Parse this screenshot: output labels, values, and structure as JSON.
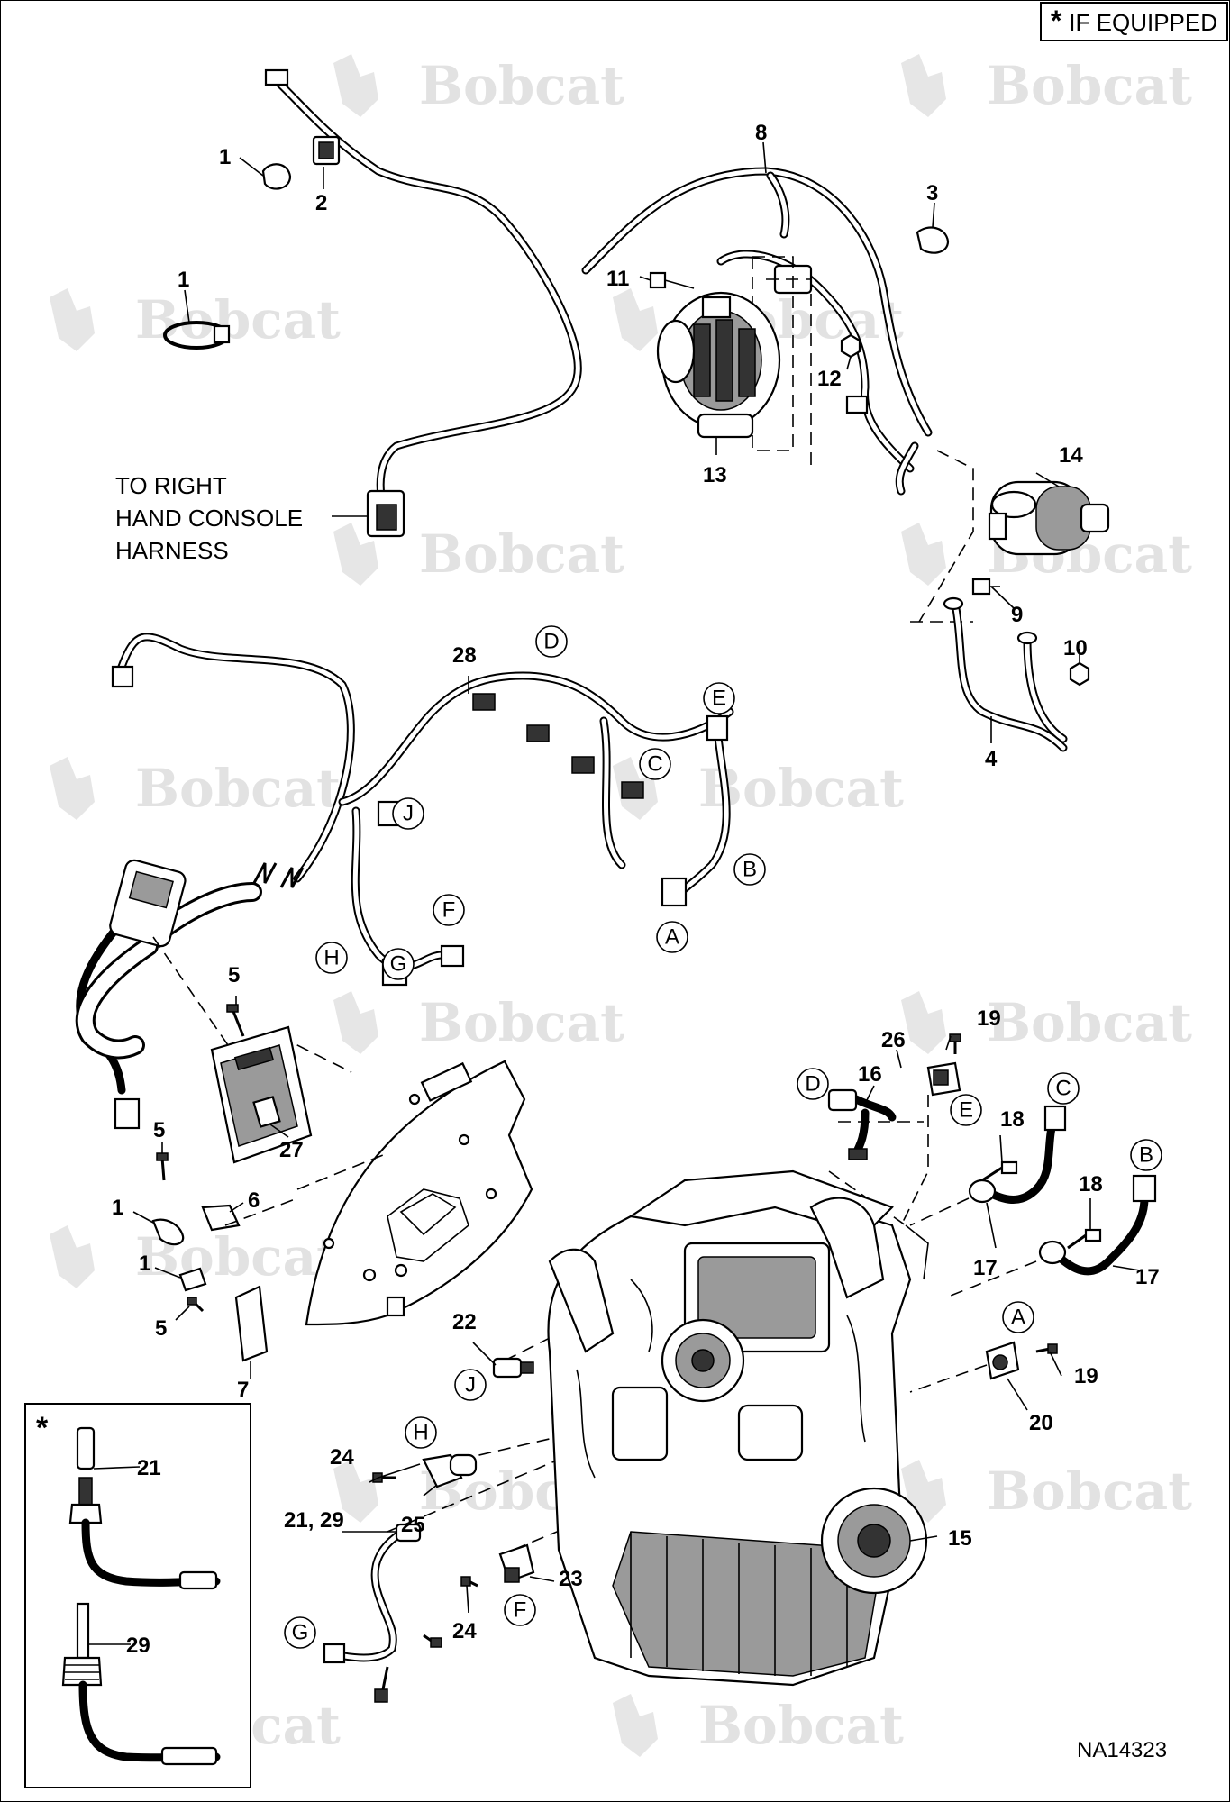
{
  "header": {
    "equipped_symbol": "*",
    "equipped_label": "IF EQUIPPED"
  },
  "watermark": {
    "text": "Bobcat"
  },
  "callouts": {
    "to_right_hand_console": [
      "TO RIGHT",
      "HAND CONSOLE",
      "HARNESS"
    ]
  },
  "part_numbers": {
    "n1": "1",
    "n2": "2",
    "n3": "3",
    "n4": "4",
    "n5": "5",
    "n6": "6",
    "n7": "7",
    "n8": "8",
    "n9": "9",
    "n10": "10",
    "n11": "11",
    "n12": "12",
    "n13": "13",
    "n14": "14",
    "n15": "15",
    "n16": "16",
    "n17": "17",
    "n18": "18",
    "n19": "19",
    "n20": "20",
    "n21": "21",
    "n21_29": "21, 29",
    "n22": "22",
    "n23": "23",
    "n24": "24",
    "n25": "25",
    "n26": "26",
    "n27": "27",
    "n28": "28",
    "n29": "29"
  },
  "connector_letters": {
    "A": "A",
    "B": "B",
    "C": "C",
    "D": "D",
    "E": "E",
    "F": "F",
    "G": "G",
    "H": "H",
    "J": "J"
  },
  "inset": {
    "marker": "*"
  },
  "figure_code": "NA14323"
}
